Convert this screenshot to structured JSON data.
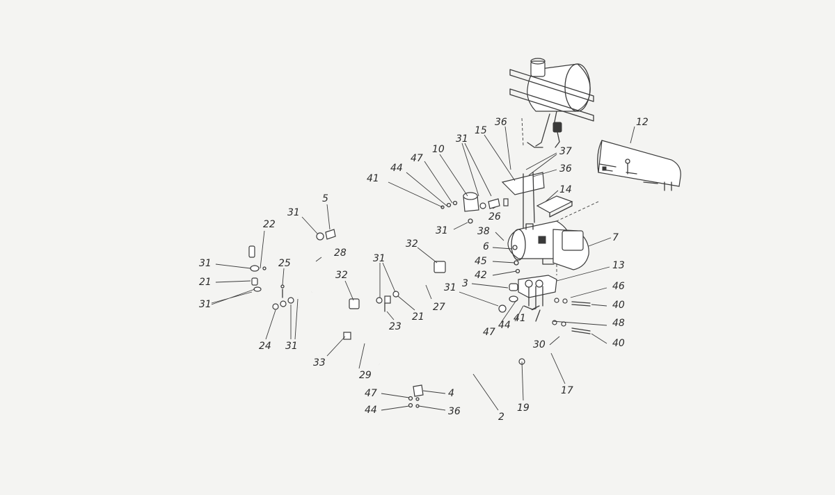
{
  "callouts": [
    {
      "id": "c12",
      "text": "12"
    },
    {
      "id": "c36a",
      "text": "36"
    },
    {
      "id": "c15",
      "text": "15"
    },
    {
      "id": "c31a",
      "text": "31"
    },
    {
      "id": "c10",
      "text": "10"
    },
    {
      "id": "c47a",
      "text": "47"
    },
    {
      "id": "c44a",
      "text": "44"
    },
    {
      "id": "c41a",
      "text": "41"
    },
    {
      "id": "c37",
      "text": "37"
    },
    {
      "id": "c36b",
      "text": "36"
    },
    {
      "id": "c14",
      "text": "14"
    },
    {
      "id": "c26",
      "text": "26"
    },
    {
      "id": "c31b",
      "text": "31"
    },
    {
      "id": "c38",
      "text": "38"
    },
    {
      "id": "c7",
      "text": "7"
    },
    {
      "id": "c6",
      "text": "6"
    },
    {
      "id": "c45",
      "text": "45"
    },
    {
      "id": "c42",
      "text": "42"
    },
    {
      "id": "c13",
      "text": "13"
    },
    {
      "id": "c3",
      "text": "3"
    },
    {
      "id": "c46",
      "text": "46"
    },
    {
      "id": "c40a",
      "text": "40"
    },
    {
      "id": "c31c",
      "text": "31"
    },
    {
      "id": "c47b",
      "text": "47"
    },
    {
      "id": "c44b",
      "text": "44"
    },
    {
      "id": "c41b",
      "text": "41"
    },
    {
      "id": "c48",
      "text": "48"
    },
    {
      "id": "c40b",
      "text": "40"
    },
    {
      "id": "c30",
      "text": "30"
    },
    {
      "id": "c17",
      "text": "17"
    },
    {
      "id": "c19",
      "text": "19"
    },
    {
      "id": "c2",
      "text": "2"
    },
    {
      "id": "c5",
      "text": "5"
    },
    {
      "id": "c31d",
      "text": "31"
    },
    {
      "id": "c28",
      "text": "28"
    },
    {
      "id": "c22",
      "text": "22"
    },
    {
      "id": "c32a",
      "text": "32"
    },
    {
      "id": "c31e",
      "text": "31"
    },
    {
      "id": "c25",
      "text": "25"
    },
    {
      "id": "c31f",
      "text": "31"
    },
    {
      "id": "c21a",
      "text": "21"
    },
    {
      "id": "c31g",
      "text": "31"
    },
    {
      "id": "c32b",
      "text": "32"
    },
    {
      "id": "c27",
      "text": "27"
    },
    {
      "id": "c21b",
      "text": "21"
    },
    {
      "id": "c23",
      "text": "23"
    },
    {
      "id": "c24",
      "text": "24"
    },
    {
      "id": "c31h",
      "text": "31"
    },
    {
      "id": "c33",
      "text": "33"
    },
    {
      "id": "c29",
      "text": "29"
    },
    {
      "id": "c47c",
      "text": "47"
    },
    {
      "id": "c4",
      "text": "4"
    },
    {
      "id": "c44c",
      "text": "44"
    },
    {
      "id": "c36c",
      "text": "36"
    }
  ]
}
